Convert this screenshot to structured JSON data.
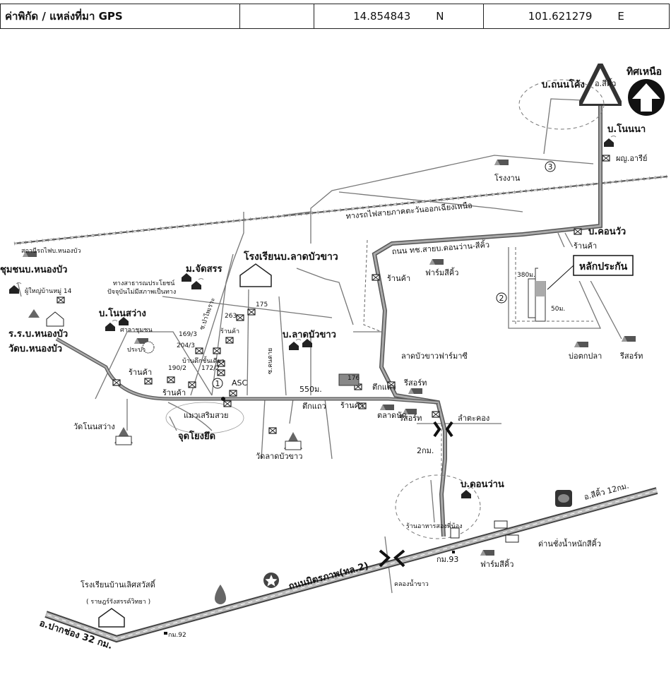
{
  "header": {
    "label": "ค่าพิกัด / แหล่งที่มา GPS",
    "latitude": "14.854843",
    "lat_unit": "N",
    "longitude": "101.621279",
    "lon_unit": "E"
  },
  "map": {
    "north": "ทิศเหนือ",
    "villages": {
      "thanon_khong": "บ.ถนนโค้ง",
      "non_na": "บ.โนนนา",
      "khon_wua": "บ.คอนวัว",
      "chatsan": "ม.จัดสรร",
      "non_sawang": "บ.โนนสว่าง",
      "lat_bua_khao": "บ.ลาดบัวขาว",
      "don_wan": "บ.ดอนว่าน",
      "community_nong_bua": "ชุมชนบ.หนองบัว"
    },
    "places": {
      "sikhio_top": "อ.สีคิ้ว",
      "phuyai_ari": "ผญ.อารีย์",
      "factory": "โรงงาน",
      "railway": "ทางรถไฟสายภาคตะวันออกเฉียงเหนือ",
      "road_thc": "ถนน ทช.สายบ.ดอนว่าน-สีคิ้ว",
      "shop": "ร้านค้า",
      "farm_sikhio": "ฟาร์มสีคิ้ว",
      "station": "สถานีรถไฟบ.หนองบัว",
      "headman": "ผู้ใหญ่บ้านหมู่ 14",
      "school_main": "โรงเรียนบ.ลาดบัวขาว",
      "landmark": "หลักประกัน",
      "dist_380": "380ม.",
      "dist_50": "50ม.",
      "school_nongbua": "ร.ร.บ.หนองบัว",
      "temp_nongbua": "วัดบ.หนองบัว",
      "sala": "ศาลาชุมชน",
      "pracha": "ประปา",
      "public_way": "ทางสาธารณประโยชน์",
      "public_way2": "ปัจจุบันไม่มีสภาพเป็นทาง",
      "house_no_263": "263",
      "house_no_175": "175",
      "house_no_169": "169/3",
      "house_no_204": "204/3",
      "house_no_172": "172/2",
      "house_no_190": "190/2",
      "house_no_176": "176",
      "house_vacant": "บ้านตึกชั้นเดียว",
      "soi_1": "ซ.ป่าไพเราะ",
      "soi_2": "ซ.คนตาย",
      "asc": "ASC",
      "dist_550": "550ม.",
      "coop": "ลาดบัวขาวฟาร์มาซี",
      "building": "ตึกแถว",
      "market": "ตลาดนัด",
      "resort": "รีสอร์ท",
      "fishpond": "บ่อตกปลา",
      "canal_lam": "ลำตะคอง",
      "dist_2km": "2กม.",
      "temple_non": "วัดโนนสว่าง",
      "start_point": "จุดโยงยึด",
      "cat_shop": "แมวเสริมสวย",
      "temple_lat": "วัดลาดบัวขาว",
      "restaurant": "ร้านอาหารสองพี่น้อง",
      "sikhio_12": "อ.สีคิ้ว 12กม.",
      "weigh_station": "ด่านชั่งน้ำหนักสีคิ้ว",
      "km93": "กม.93",
      "friendship_rd": "ถนนมิตรภาพ(ทล.2)",
      "canal_khao": "คลองน้ำขาว",
      "school_loet": "โรงเรียนบ้านเลิศสวัสดิ์",
      "school_loet2": "( ราษฎร์รังสรรค์วิทยา )",
      "pak_chong": "อ.ปากช่อง 32 กม.",
      "km92": "กม.92",
      "num_1": "1",
      "num_2": "2",
      "num_3": "3"
    }
  }
}
